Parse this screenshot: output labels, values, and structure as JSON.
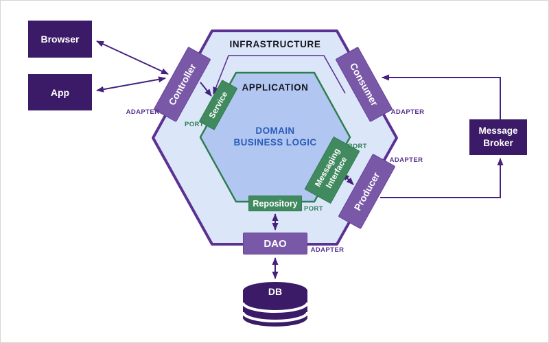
{
  "layers": {
    "infrastructure": "INFRASTRUCTURE",
    "application": "APPLICATION",
    "domain": {
      "line1": "DOMAIN",
      "line2": "BUSINESS LOGIC"
    }
  },
  "nodes": {
    "browser": "Browser",
    "app": "App",
    "message_broker": "Message Broker",
    "db": "DB",
    "controller": "Controller",
    "consumer": "Consumer",
    "producer": "Producer",
    "dao": "DAO",
    "service": "Service",
    "messaging_interface": "Messaging Interface",
    "repository": "Repository"
  },
  "labels": {
    "adapter": "ADAPTER",
    "port": "PORT"
  },
  "colors": {
    "dark_purple": "#3b1a67",
    "medium_purple": "#7a58a8",
    "green_box": "#41895f",
    "outer_hex_fill": "#dce6f9",
    "outer_hex_border": "#5b3191",
    "inner_hex_fill": "#b1c7f2",
    "inner_hex_border": "#2f7e4f",
    "domain_text": "#2b5cb8",
    "arrow": "#46217d"
  }
}
